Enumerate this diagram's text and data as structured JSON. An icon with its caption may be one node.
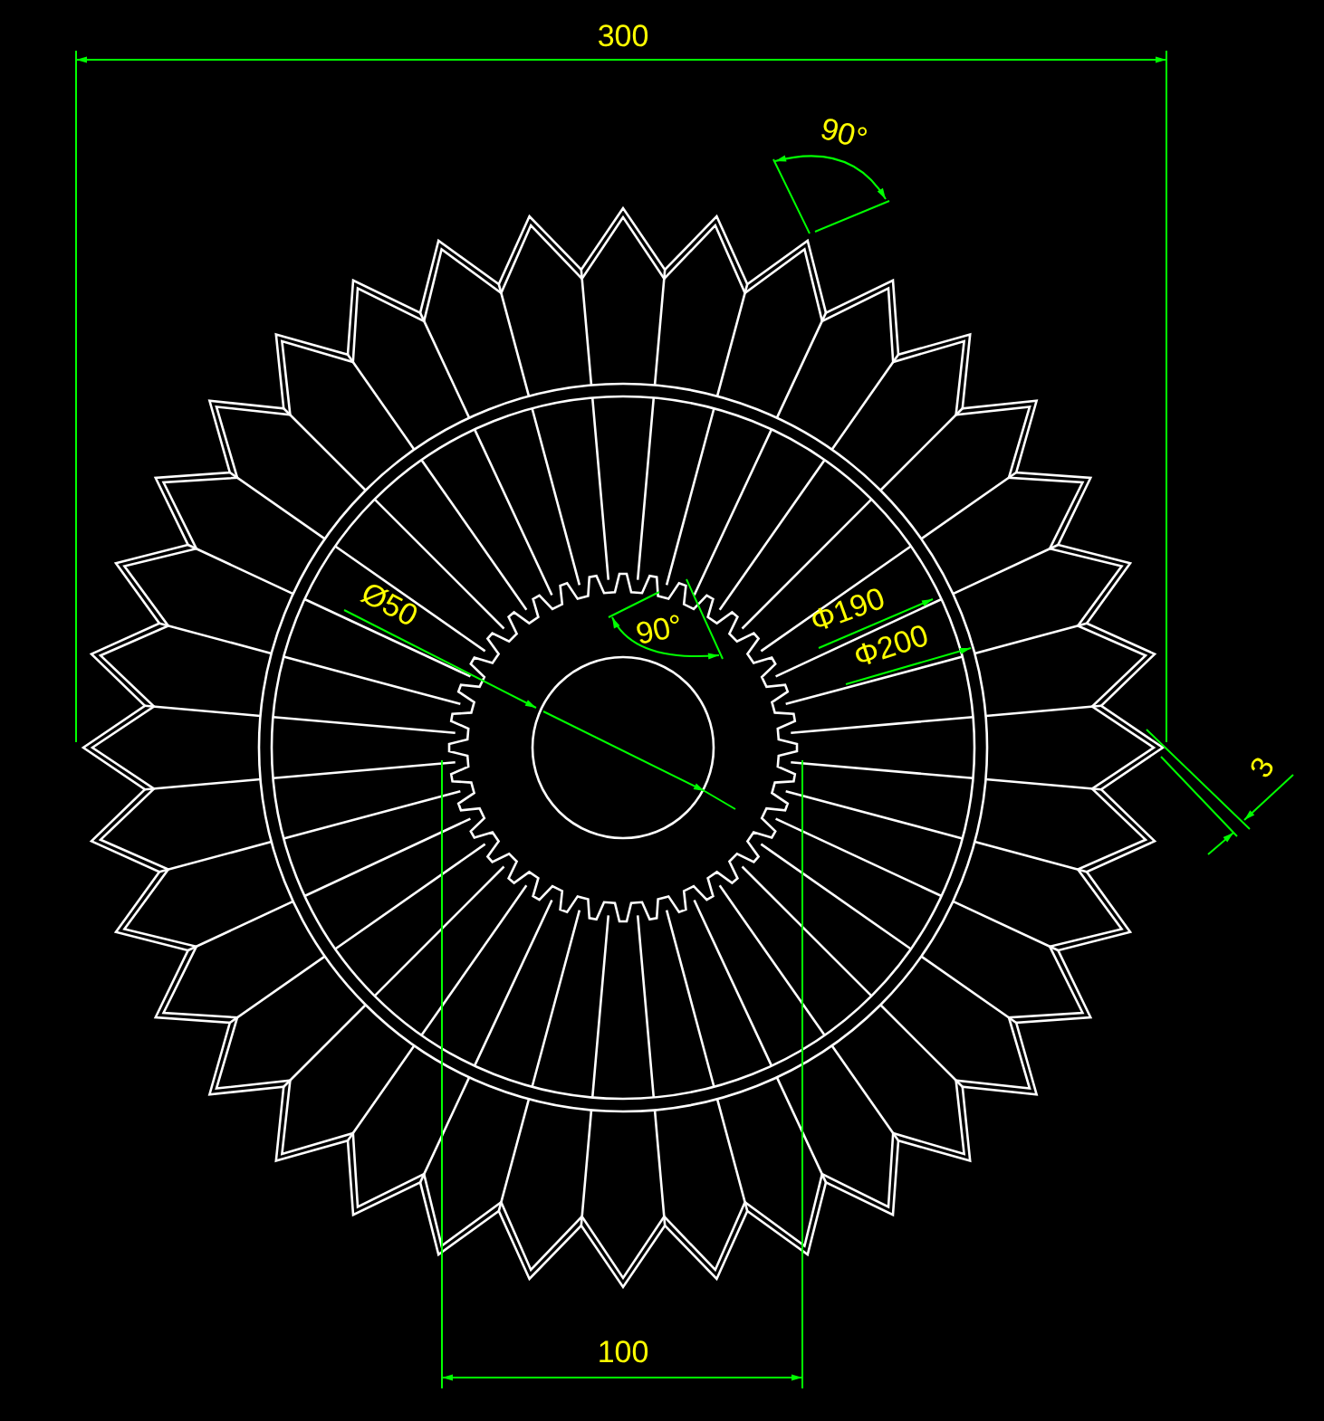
{
  "diagram": {
    "labels": [
      "300",
      "90°",
      "Ø50",
      "90°",
      "Φ190",
      "Φ200",
      "3",
      "100"
    ]
  }
}
